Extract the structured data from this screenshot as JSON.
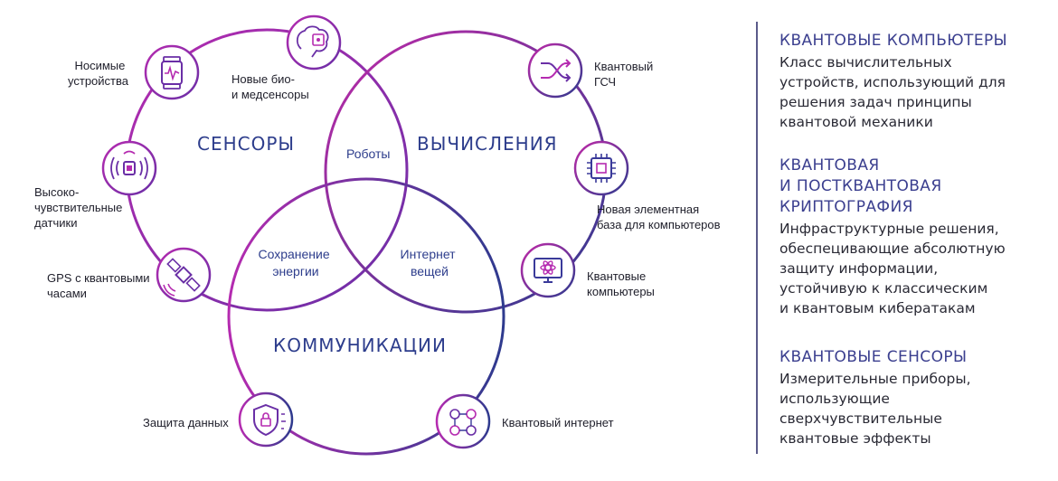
{
  "colors": {
    "magenta": "#b52bb0",
    "navy": "#2e3a8e",
    "violet": "#7a33a8",
    "heading": "#3b3f8f"
  },
  "diagram": {
    "circles": {
      "sensors": "СЕНСОРЫ",
      "computing": "ВЫЧИСЛЕНИЯ",
      "communications": "КОММУНИКАЦИИ"
    },
    "intersections": {
      "robots": "Роботы",
      "energy": [
        "Сохранение",
        "энергии"
      ],
      "iot": [
        "Интернет",
        "вещей"
      ]
    },
    "nodes": [
      {
        "id": "wearables",
        "icon": "smartwatch-icon",
        "label": [
          "Носимые",
          "устройства"
        ]
      },
      {
        "id": "biosensors",
        "icon": "brain-chip-icon",
        "label": [
          "Новые био-",
          "и медсенсоры"
        ]
      },
      {
        "id": "sensitive-sensors",
        "icon": "sensor-signal-icon",
        "label": [
          "Высоко-",
          "чувствительные",
          "датчики"
        ]
      },
      {
        "id": "gps",
        "icon": "satellite-icon",
        "label": [
          "GPS с квантовыми",
          "часами"
        ]
      },
      {
        "id": "qrng",
        "icon": "shuffle-icon",
        "label": [
          "Квантовый",
          "ГСЧ"
        ]
      },
      {
        "id": "element-base",
        "icon": "microchip-icon",
        "label": [
          "Новая элементная",
          "база для компьютеров"
        ]
      },
      {
        "id": "quantum-computers",
        "icon": "monitor-atom-icon",
        "label": [
          "Квантовые",
          "компьютеры"
        ]
      },
      {
        "id": "data-protection",
        "icon": "shield-lock-icon",
        "label": [
          "Защита данных"
        ]
      },
      {
        "id": "quantum-internet",
        "icon": "network-people-icon",
        "label": [
          "Квантовый интернет"
        ]
      }
    ]
  },
  "panel": {
    "sections": [
      {
        "title": "КВАНТОВЫЕ КОМПЬЮТЕРЫ",
        "text": "Класс вычислительных\nустройств, использующий для\nрешения задач принципы\nквантовой механики"
      },
      {
        "title": "КВАНТОВАЯ\nИ ПОСТКВАНТОВАЯ\nКРИПТОГРАФИЯ",
        "text": "Инфраструктурные решения,\nобеспецивающие абсолютную\nзащиту информации,\nустойчивую к классическим\nи квантовым кибератакам"
      },
      {
        "title": "КВАНТОВЫЕ СЕНСОРЫ",
        "text": "Измерительные приборы,\nиспользующие\nсверхчувствительные\nквантовые эффекты"
      }
    ]
  }
}
